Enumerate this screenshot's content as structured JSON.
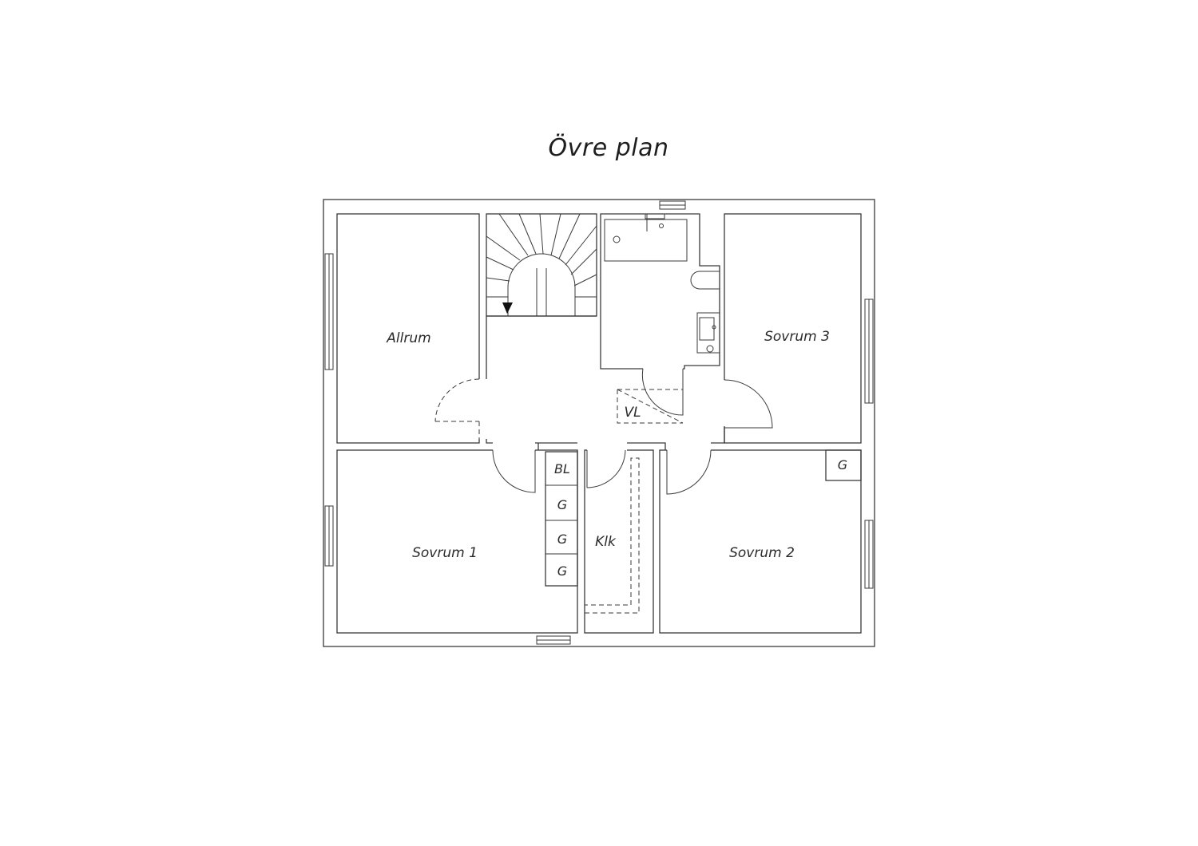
{
  "title": "Övre plan",
  "rooms": {
    "allrum": "Allrum",
    "sovrum3": "Sovrum 3",
    "sovrum1": "Sovrum 1",
    "sovrum2": "Sovrum 2",
    "klk": "Klk",
    "vl": "VL",
    "bl": "BL",
    "g": "G"
  },
  "colors": {
    "line": "#3a3a3a",
    "background": "#ffffff"
  }
}
